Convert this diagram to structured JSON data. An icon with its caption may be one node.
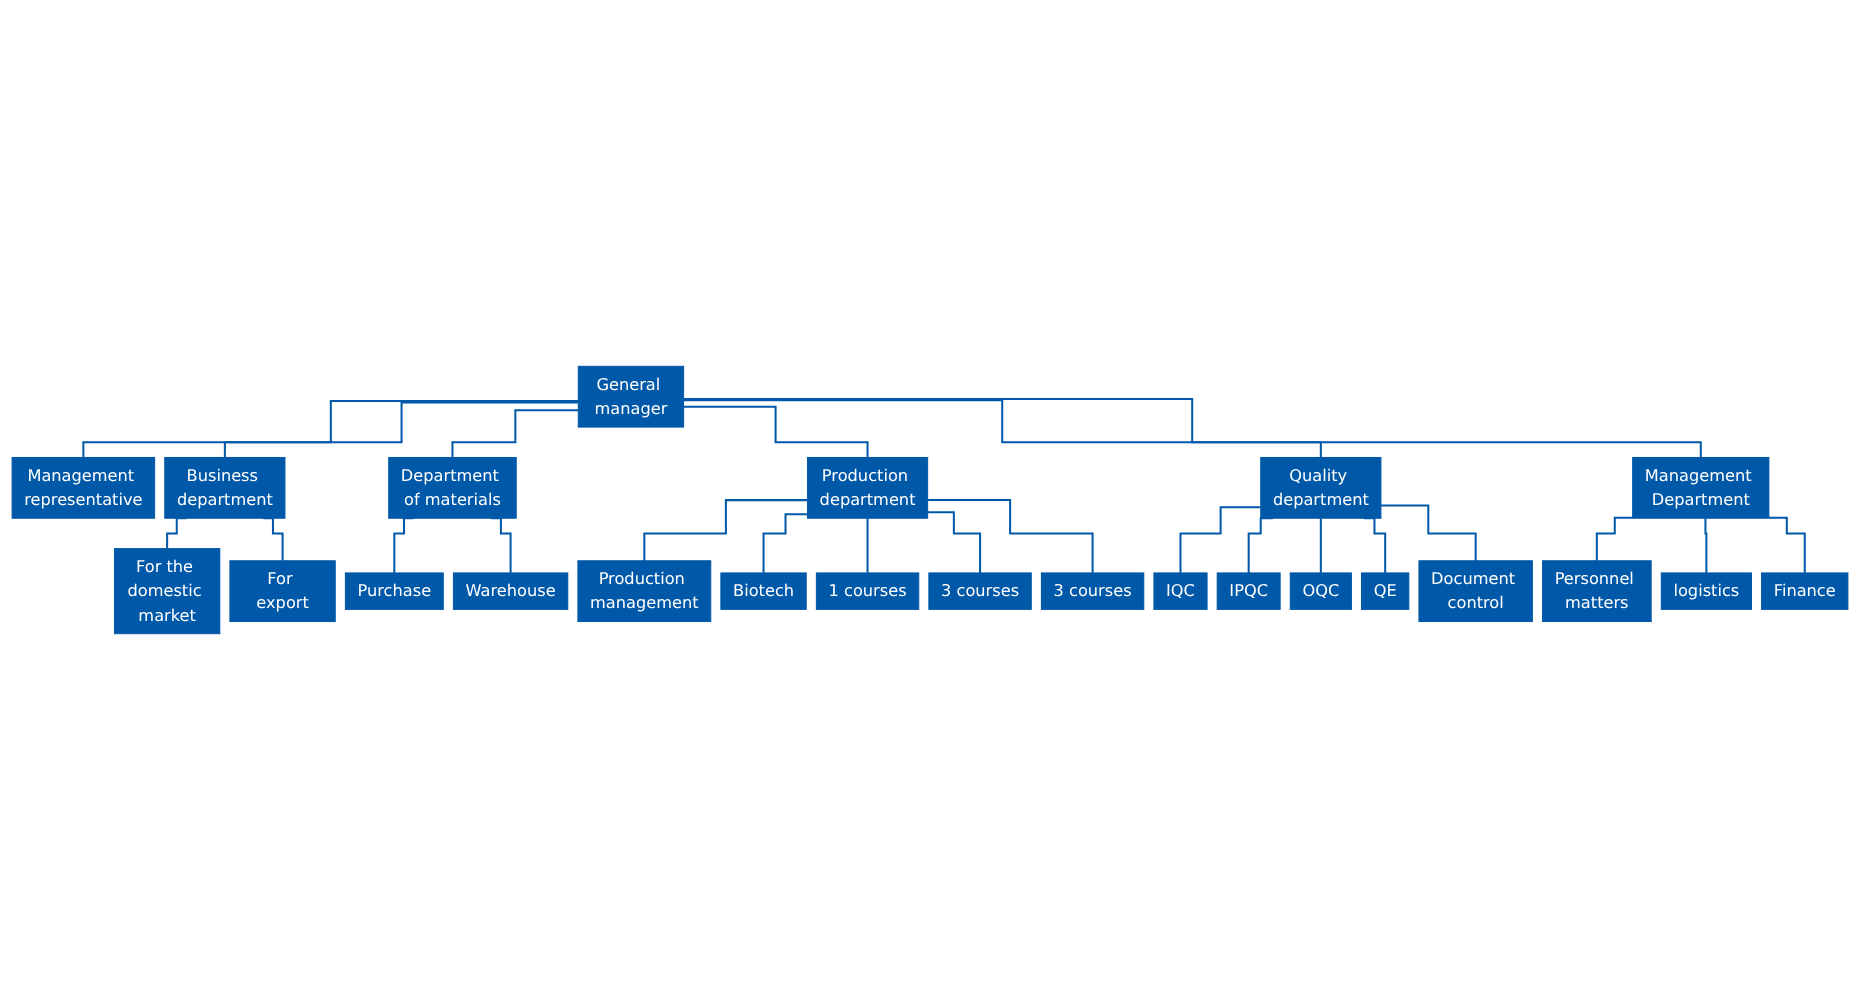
{
  "diagram": {
    "nodes": [
      {
        "text": [
          "General manager"
        ]
      },
      {
        "text": [
          "Management representative"
        ]
      },
      {
        "text": [
          "Business department"
        ]
      },
      {
        "text": [
          "Department of materials"
        ]
      },
      {
        "text": [
          "Production department"
        ]
      },
      {
        "text": [
          "Quality department"
        ]
      },
      {
        "text": [
          "Management Department"
        ]
      },
      {
        "text": [
          "For the domestic market"
        ]
      },
      {
        "text": [
          "For export"
        ]
      },
      {
        "text": [
          "Purchase"
        ]
      },
      {
        "text": [
          "Warehouse"
        ]
      },
      {
        "text": [
          "Production management"
        ]
      },
      {
        "text": [
          "Biotech"
        ]
      },
      {
        "text": [
          "1 courses"
        ]
      },
      {
        "text": [
          "3 courses"
        ]
      },
      {
        "text": [
          "3 courses"
        ]
      },
      {
        "text": [
          "IQC"
        ]
      },
      {
        "text": [
          "IPQC"
        ]
      },
      {
        "text": [
          "OQC"
        ]
      },
      {
        "text": [
          "QE"
        ]
      },
      {
        "text": [
          "Document control"
        ]
      },
      {
        "text": [
          "Personnel matters"
        ]
      },
      {
        "text": [
          "logistics"
        ]
      },
      {
        "text": [
          "Finance"
        ]
      }
    ],
    "edges": [
      {
        "from": 0,
        "to": 1,
        "arrow": "none"
      },
      {
        "from": 0,
        "to": 2,
        "arrow": "none"
      },
      {
        "from": 0,
        "to": 3,
        "arrow": "none"
      },
      {
        "from": 0,
        "to": 4,
        "arrow": "none"
      },
      {
        "from": 0,
        "to": 5,
        "arrow": "none"
      },
      {
        "from": 0,
        "to": 6,
        "arrow": "none"
      },
      {
        "from": 2,
        "to": 7,
        "arrow": "none"
      },
      {
        "from": 2,
        "to": 8,
        "arrow": "none"
      },
      {
        "from": 3,
        "to": 9,
        "arrow": "none"
      },
      {
        "from": 3,
        "to": 10,
        "arrow": "none"
      },
      {
        "from": 4,
        "to": 11,
        "arrow": "none"
      },
      {
        "from": 4,
        "to": 12,
        "arrow": "none"
      },
      {
        "from": 4,
        "to": 13,
        "arrow": "none"
      },
      {
        "from": 4,
        "to": 14,
        "arrow": "none"
      },
      {
        "from": 4,
        "to": 15,
        "arrow": "none"
      },
      {
        "from": 5,
        "to": 16,
        "arrow": "none"
      },
      {
        "from": 5,
        "to": 17,
        "arrow": "none"
      },
      {
        "from": 5,
        "to": 18,
        "arrow": "none"
      },
      {
        "from": 5,
        "to": 19,
        "arrow": "none"
      },
      {
        "from": 5,
        "to": 20,
        "arrow": "none"
      },
      {
        "from": 6,
        "to": 21,
        "arrow": "none"
      },
      {
        "from": 6,
        "to": 22,
        "arrow": "none"
      },
      {
        "from": 6,
        "to": 23,
        "arrow": "none"
      }
    ]
  }
}
